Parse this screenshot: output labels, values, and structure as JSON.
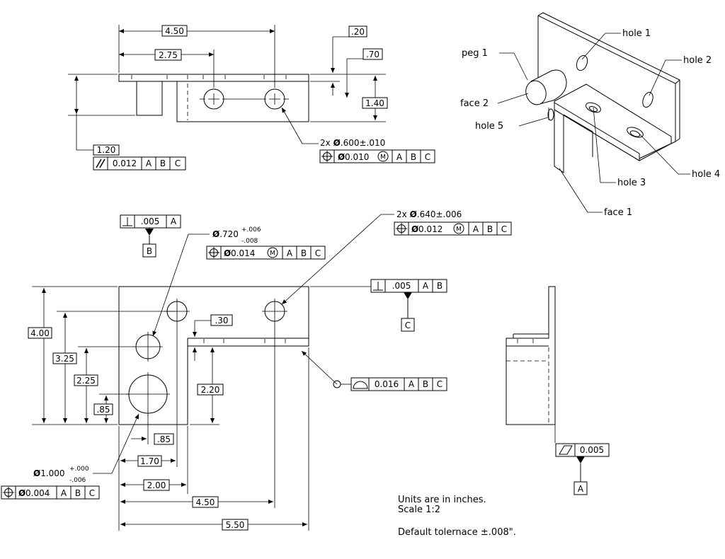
{
  "dims": {
    "top_width": "4.50",
    "top_275": "2.75",
    "top_20": ".20",
    "top_70": ".70",
    "top_140": "1.40",
    "top_120": "1.20",
    "front_400": "4.00",
    "front_325": "3.25",
    "front_225": "2.25",
    "front_85v": ".85",
    "front_30": ".30",
    "front_220": "2.20",
    "front_85h": ".85",
    "front_170": "1.70",
    "front_200": "2.00",
    "front_450": "4.50",
    "front_550": "5.50"
  },
  "callouts": {
    "holes_top_2x": "2x",
    "holes_top_dia": "Ø",
    "holes_top_value": ".600±.010",
    "holes_front_2x": "2x",
    "holes_front_dia": "Ø",
    "holes_front_value": ".640±.006",
    "hole_720_dia": "Ø",
    "hole_720_value": ".720",
    "hole_720_plus": "+.006",
    "hole_720_minus": "-.008",
    "hole_1000_dia": "Ø",
    "hole_1000_value": "1.000",
    "hole_1000_plus": "+.000",
    "hole_1000_minus": "-.006"
  },
  "fcf": {
    "parallel_tol": "0.012",
    "pos_top_tol": "0.010",
    "pos_720_tol": "0.014",
    "pos_640_tol": "0.012",
    "pos_1000_tol": "0.004",
    "perp_B_tol": ".005",
    "perp_C_tol": ".005",
    "profile_tol": "0.016",
    "flat_tol": "0.005",
    "diameter_symbol": "Ø",
    "mmc_symbol": "M",
    "datum_a": "A",
    "datum_b": "B",
    "datum_c": "C"
  },
  "datums": {
    "a": "A",
    "b": "B",
    "c": "C"
  },
  "iso_labels": {
    "hole1": "hole 1",
    "hole2": "hole 2",
    "hole3": "hole 3",
    "hole4": "hole 4",
    "hole5": "hole 5",
    "peg1": "peg 1",
    "face1": "face 1",
    "face2": "face 2"
  },
  "notes": {
    "units": "Units are in inches.",
    "scale": "Scale 1:2",
    "tolerance": "Default tolernace ±.008\"."
  }
}
